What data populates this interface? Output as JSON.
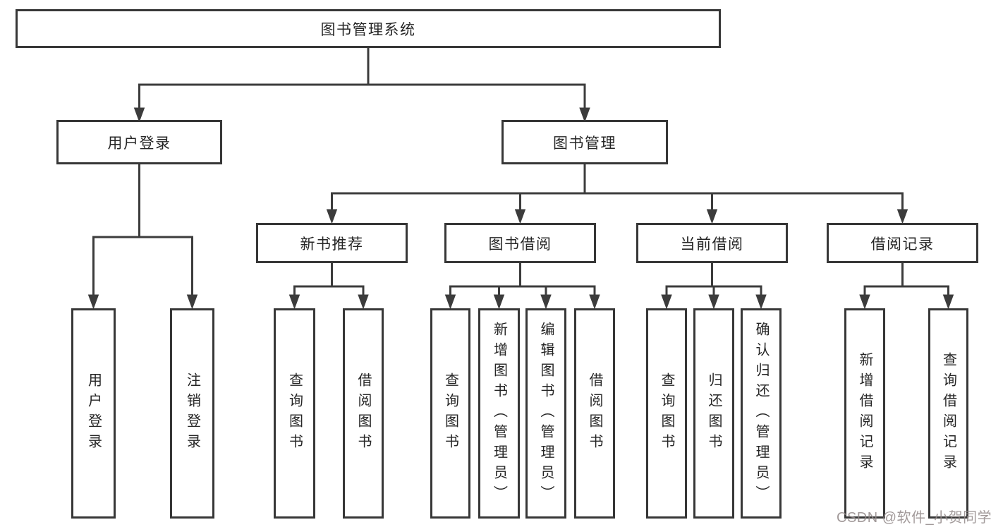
{
  "tree": {
    "label": "图书管理系统",
    "children": [
      {
        "label": "用户登录",
        "children": [
          {
            "label": "用户登录"
          },
          {
            "label": "注销登录"
          }
        ]
      },
      {
        "label": "图书管理",
        "children": [
          {
            "label": "新书推荐",
            "children": [
              {
                "label": "查询图书"
              },
              {
                "label": "借阅图书"
              }
            ]
          },
          {
            "label": "图书借阅",
            "children": [
              {
                "label": "查询图书"
              },
              {
                "label": "新增图书（管理员）"
              },
              {
                "label": "编辑图书（管理员）"
              },
              {
                "label": "借阅图书"
              }
            ]
          },
          {
            "label": "当前借阅",
            "children": [
              {
                "label": "查询图书"
              },
              {
                "label": "归还图书"
              },
              {
                "label": "确认归还（管理员）"
              }
            ]
          },
          {
            "label": "借阅记录",
            "children": [
              {
                "label": "新增借阅记录"
              },
              {
                "label": "查询借阅记录"
              }
            ]
          }
        ]
      }
    ]
  },
  "watermark": "CSDN @软件_小贺同学",
  "colors": {
    "line": "#3c3c3c",
    "box_border": "#373737",
    "text": "#262626",
    "watermark": "#928888",
    "background": "#ffffff"
  }
}
